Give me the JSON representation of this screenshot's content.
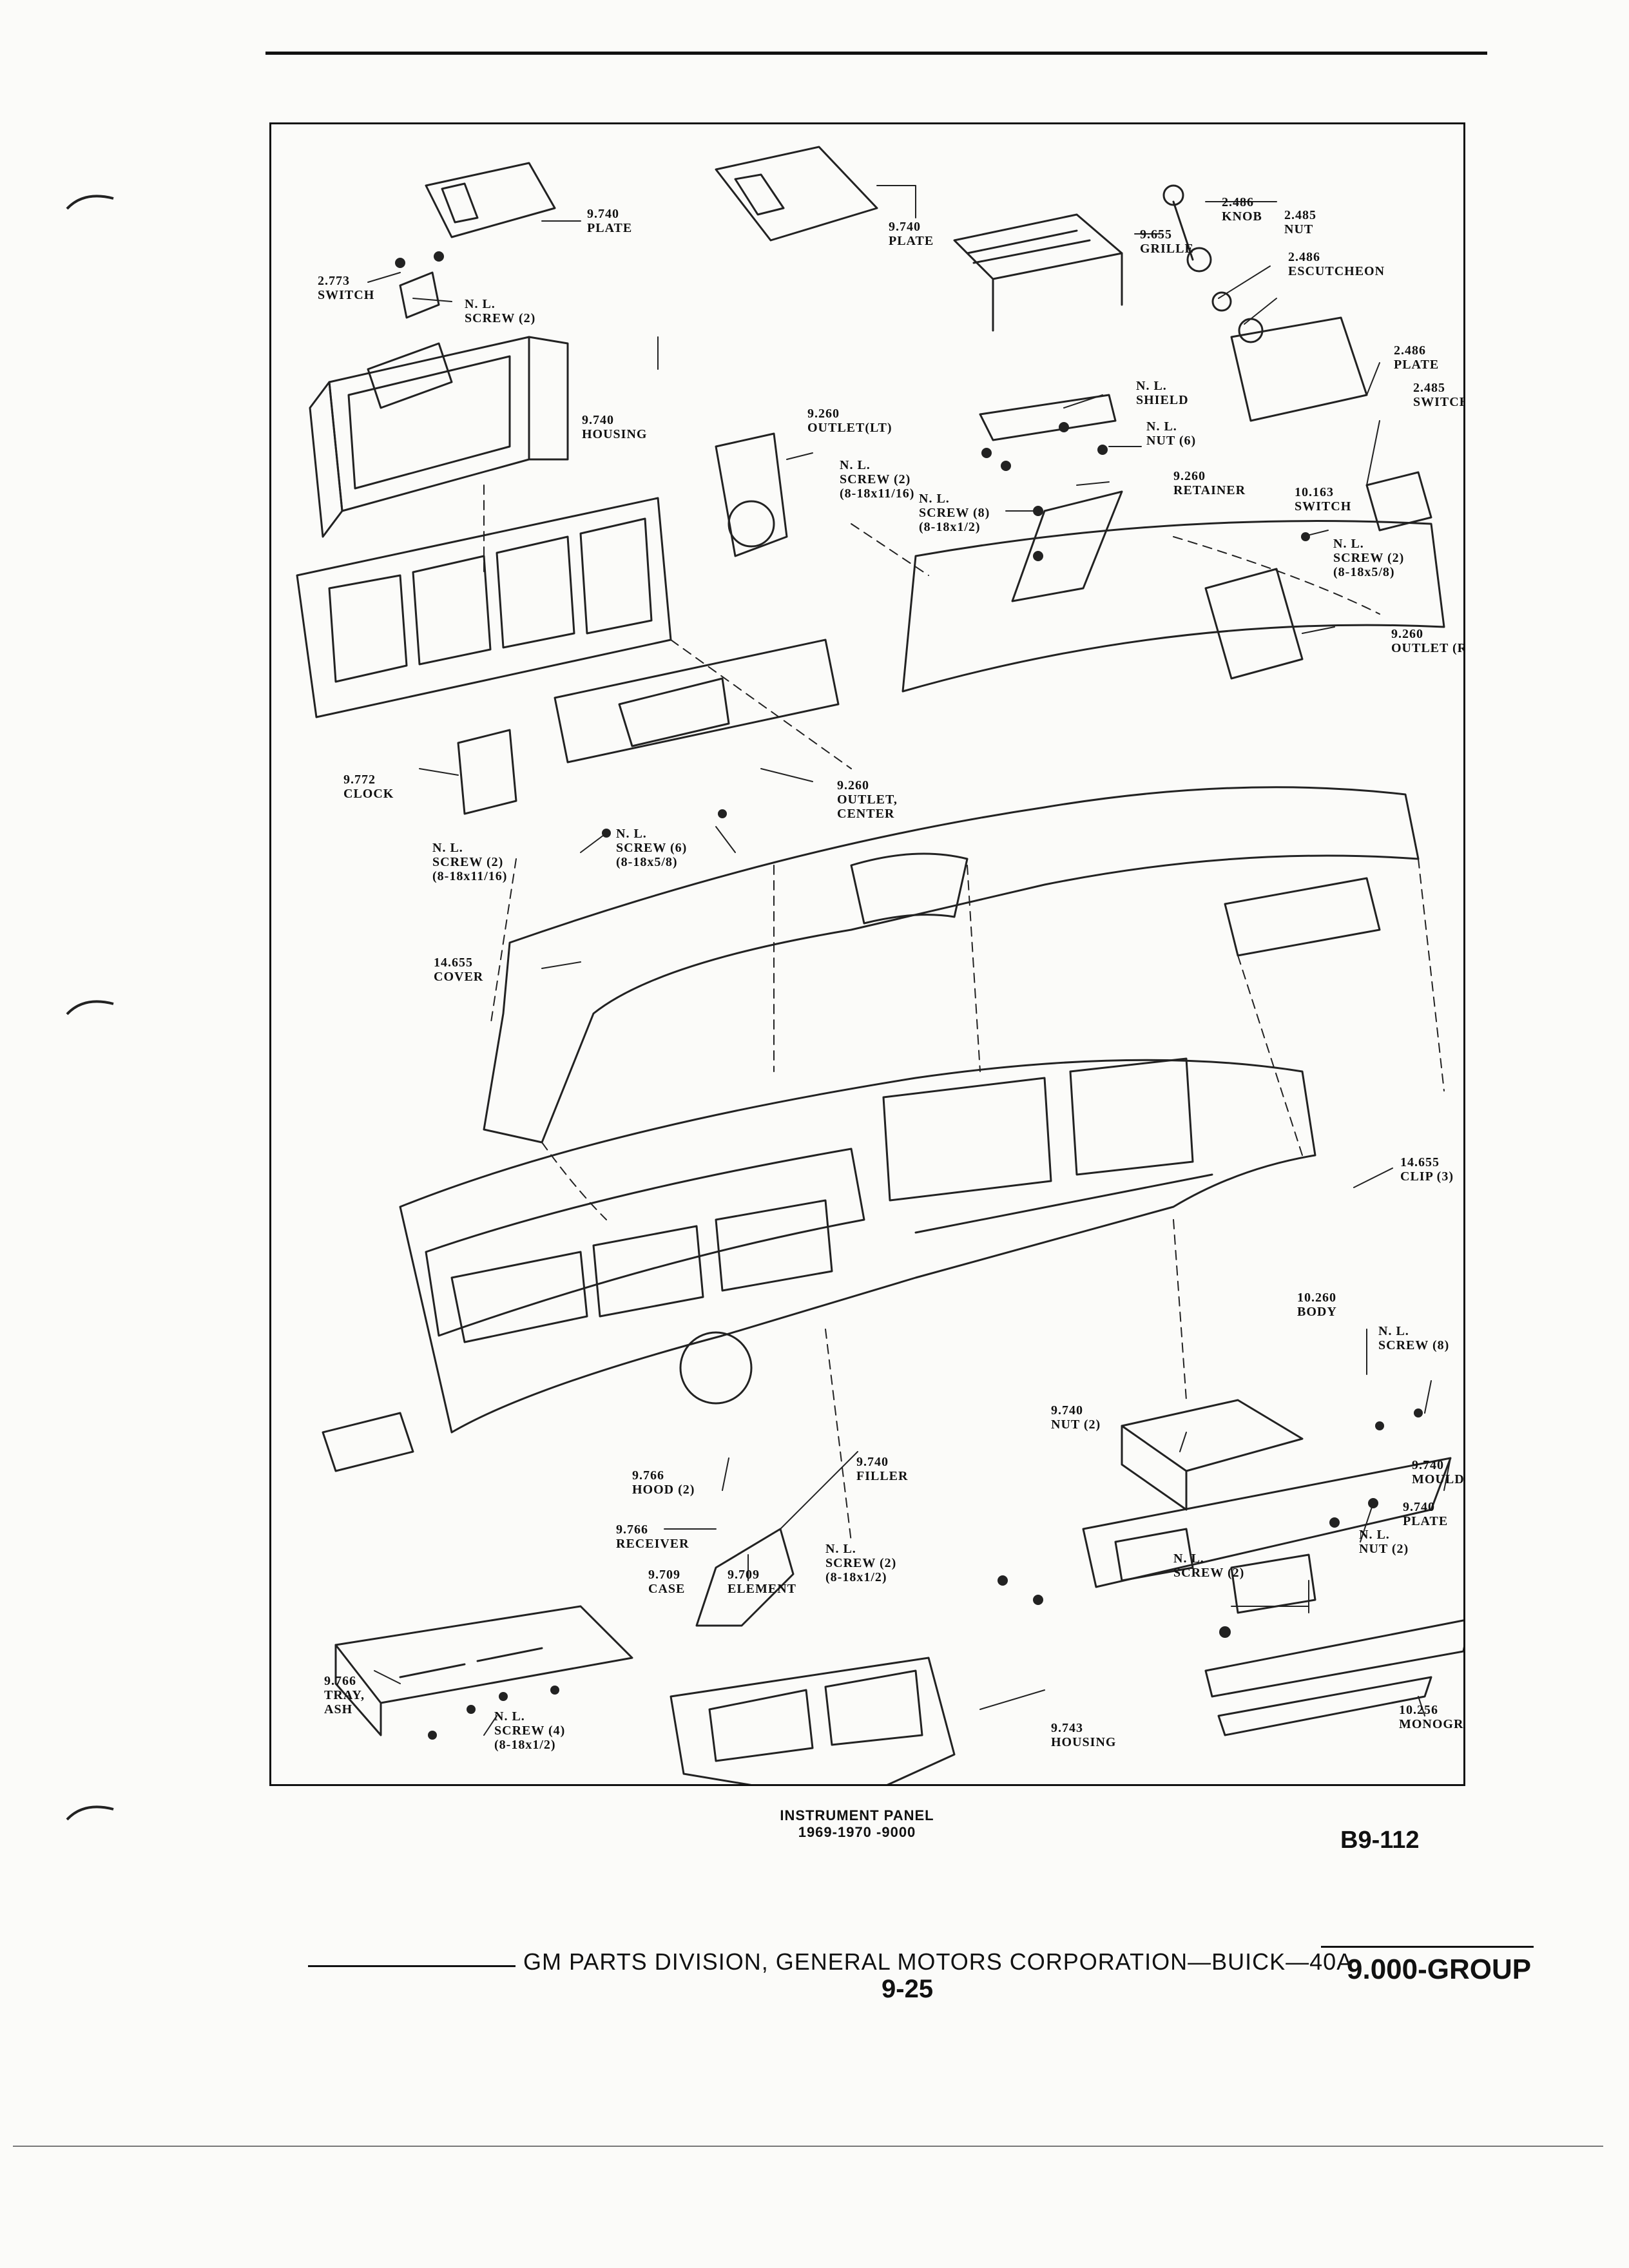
{
  "callouts": [
    {
      "id": "plate-left",
      "number": "9.740",
      "name": "PLATE"
    },
    {
      "id": "plate-mid",
      "number": "9.740",
      "name": "PLATE"
    },
    {
      "id": "grille",
      "number": "9.655",
      "name": "GRILLE"
    },
    {
      "id": "knob",
      "number": "2.486",
      "name": "KNOB"
    },
    {
      "id": "nut-top",
      "number": "2.485",
      "name": "NUT"
    },
    {
      "id": "escutcheon",
      "number": "2.486",
      "name": "ESCUTCHEON"
    },
    {
      "id": "switch-left",
      "number": "2.773",
      "name": "SWITCH"
    },
    {
      "id": "nl-screw-top",
      "number": "N. L.",
      "name": "SCREW (2)"
    },
    {
      "id": "housing-top",
      "number": "9.740",
      "name": "HOUSING"
    },
    {
      "id": "outlet-lt",
      "number": "9.260",
      "name": "OUTLET(LT)"
    },
    {
      "id": "nl-screw-1116",
      "number": "N. L.",
      "name": "SCREW (2)",
      "extra": "(8-18x11/16)"
    },
    {
      "id": "shield",
      "number": "N. L.",
      "name": "SHIELD"
    },
    {
      "id": "nl-nut-6",
      "number": "N. L.",
      "name": "NUT (6)"
    },
    {
      "id": "plate-right",
      "number": "2.486",
      "name": "PLATE"
    },
    {
      "id": "switch-right",
      "number": "2.485",
      "name": "SWITCH"
    },
    {
      "id": "retainer",
      "number": "9.260",
      "name": "RETAINER"
    },
    {
      "id": "nl-screw-8",
      "number": "N. L.",
      "name": "SCREW (8)",
      "extra": "(8-18x1/2)"
    },
    {
      "id": "switch-10163",
      "number": "10.163",
      "name": "SWITCH"
    },
    {
      "id": "nl-screw-58-right",
      "number": "N. L.",
      "name": "SCREW (2)",
      "extra": "(8-18x5/8)"
    },
    {
      "id": "outlet-rt",
      "number": "9.260",
      "name": "OUTLET (RT)"
    },
    {
      "id": "clock",
      "number": "9.772",
      "name": "CLOCK"
    },
    {
      "id": "outlet-center",
      "number": "9.260",
      "name": "OUTLET,",
      "extra": "CENTER"
    },
    {
      "id": "nl-screw-6",
      "number": "N. L.",
      "name": "SCREW (6)",
      "extra": "(8-18x5/8)"
    },
    {
      "id": "nl-screw-clock",
      "number": "N. L.",
      "name": "SCREW (2)",
      "extra": "(8-18x11/16)"
    },
    {
      "id": "cover",
      "number": "14.655",
      "name": "COVER"
    },
    {
      "id": "clip",
      "number": "14.655",
      "name": "CLIP (3)"
    },
    {
      "id": "body",
      "number": "10.260",
      "name": "BODY"
    },
    {
      "id": "nl-screw-body",
      "number": "N. L.",
      "name": "SCREW (8)"
    },
    {
      "id": "nut-2",
      "number": "9.740",
      "name": "NUT (2)"
    },
    {
      "id": "moulding",
      "number": "9.740",
      "name": "MOULDING"
    },
    {
      "id": "hood",
      "number": "9.766",
      "name": "HOOD (2)"
    },
    {
      "id": "filler",
      "number": "9.740",
      "name": "FILLER"
    },
    {
      "id": "receiver",
      "number": "9.766",
      "name": "RECEIVER"
    },
    {
      "id": "case",
      "number": "9.709",
      "name": "CASE"
    },
    {
      "id": "element",
      "number": "9.709",
      "name": "ELEMENT"
    },
    {
      "id": "nl-screw-filler",
      "number": "N. L.",
      "name": "SCREW (2)",
      "extra": "(8-18x1/2)"
    },
    {
      "id": "plate-lower",
      "number": "9.740",
      "name": "PLATE"
    },
    {
      "id": "nl-nut-2",
      "number": "N. L.",
      "name": "NUT (2)"
    },
    {
      "id": "nl-screw-2-lower",
      "number": "N. L.",
      "name": "SCREW (2)"
    },
    {
      "id": "tray",
      "number": "9.766",
      "name": "TRAY,",
      "extra": "ASH"
    },
    {
      "id": "nl-screw-4",
      "number": "N. L.",
      "name": "SCREW (4)",
      "extra": "(8-18x1/2)"
    },
    {
      "id": "housing-lower",
      "number": "9.743",
      "name": "HOUSING"
    },
    {
      "id": "monogram",
      "number": "10.256",
      "name": "MONOGRAM"
    }
  ],
  "caption": {
    "title": "INSTRUMENT PANEL",
    "years": "1969-1970 -9000"
  },
  "figure_code": "B9-112",
  "footer": {
    "publisher": "GM PARTS DIVISION, GENERAL MOTORS CORPORATION—BUICK—40A",
    "page": "9-25",
    "group": "9.000-GROUP"
  }
}
